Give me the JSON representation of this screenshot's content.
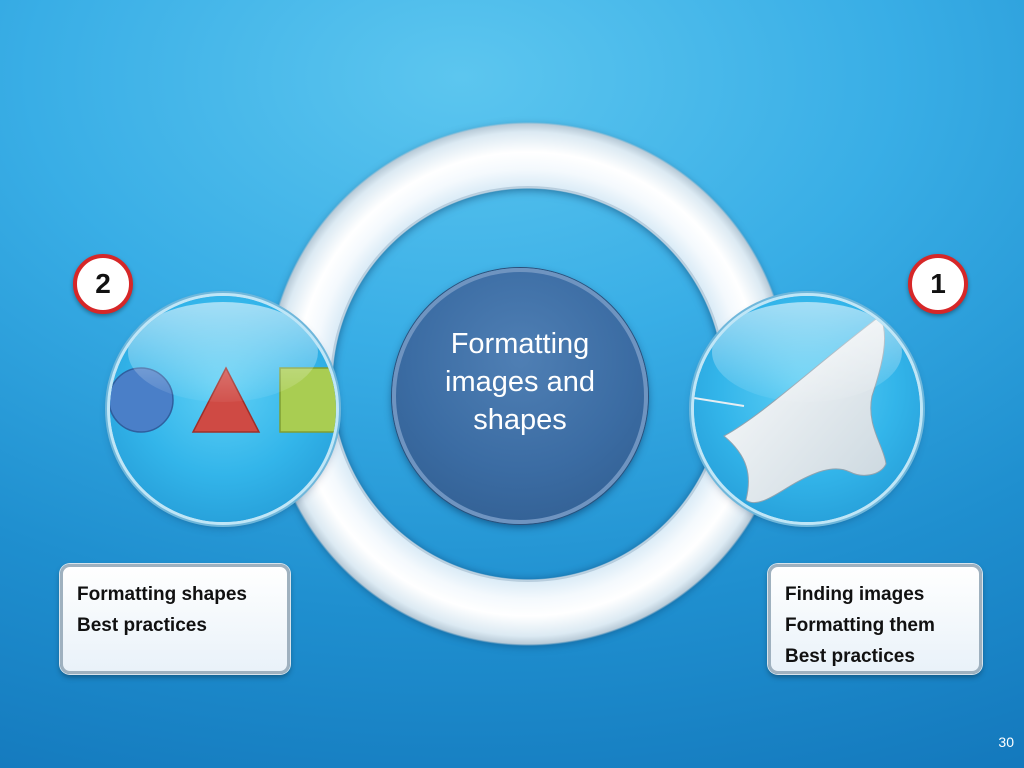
{
  "center": {
    "label_lines": [
      "Formatting",
      "images and",
      "shapes"
    ]
  },
  "left": {
    "badge": "2",
    "lines": [
      "Formatting shapes",
      "Best practices"
    ],
    "shapes": {
      "circle_color": "#4a7fc8",
      "triangle_color": "#cf4a44",
      "square_color": "#a9cd52"
    }
  },
  "right": {
    "badge": "1",
    "lines": [
      "Finding images",
      "Formatting them",
      "Best practices"
    ],
    "image": "manta-ray-image"
  },
  "page_number": "30",
  "colors": {
    "badge_border": "#d62728",
    "center_fill": "#3b6ca3",
    "background": "#39aee6"
  }
}
